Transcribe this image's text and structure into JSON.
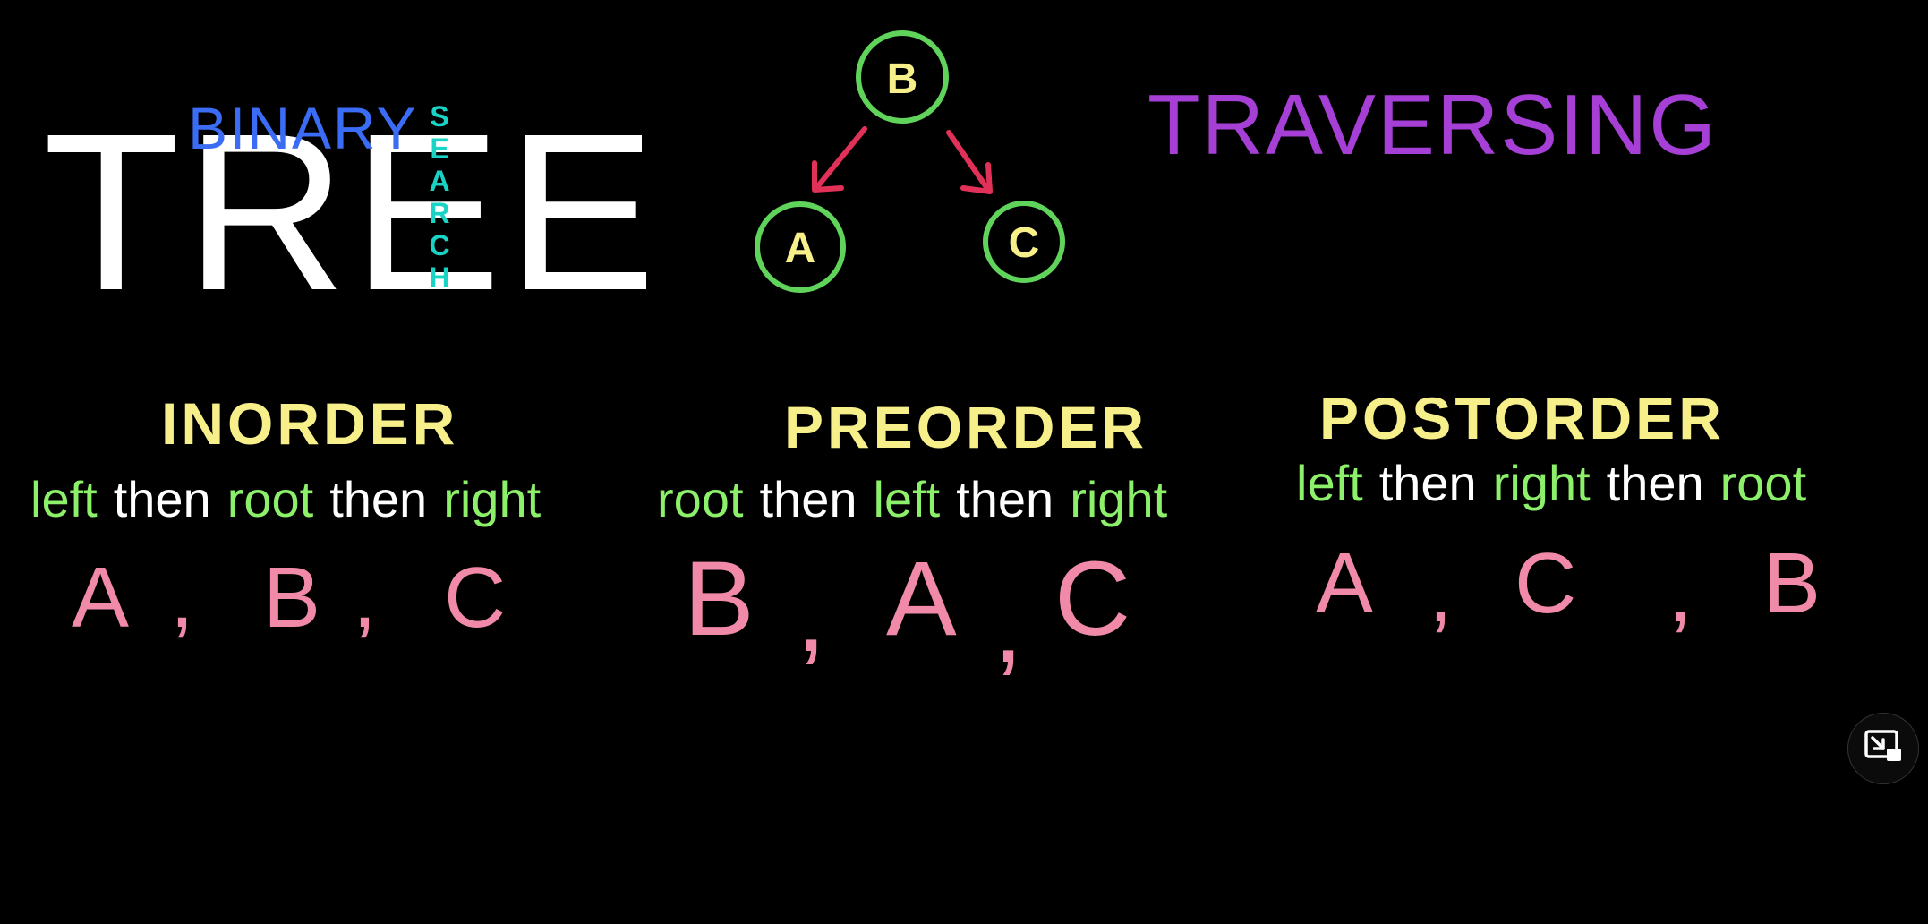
{
  "colors": {
    "background": "#000000",
    "white": "#ffffff",
    "blue": "#3b6cf5",
    "cyan": "#19d3c5",
    "purple": "#a63fd6",
    "yellow": "#f6ef8a",
    "green": "#8df06a",
    "pink": "#f08aa8",
    "node_ring": "#5fd35a",
    "arrow": "#e23158"
  },
  "title": {
    "tree": "TREE",
    "binary": "BINARY",
    "search_letters": [
      "S",
      "E",
      "A",
      "R",
      "C",
      "H"
    ],
    "traversing": "TRAVERSING"
  },
  "diagram": {
    "root": "B",
    "left": "A",
    "right": "C"
  },
  "sections": [
    {
      "title": "INORDER",
      "rule": [
        "left",
        "then",
        "root",
        "then",
        "right"
      ],
      "sequence": [
        "A",
        ",",
        "B",
        ",",
        "C"
      ]
    },
    {
      "title": "PREORDER",
      "rule": [
        "root",
        "then",
        "left",
        "then",
        "right"
      ],
      "sequence": [
        "B",
        ",",
        "A",
        ",",
        "C"
      ]
    },
    {
      "title": "POSTORDER",
      "rule": [
        "left",
        "then",
        "right",
        "then",
        "root"
      ],
      "sequence": [
        "A",
        ",",
        "C",
        ",",
        "B"
      ]
    }
  ],
  "controls": {
    "pip_icon": "picture-in-picture-exit-icon"
  }
}
